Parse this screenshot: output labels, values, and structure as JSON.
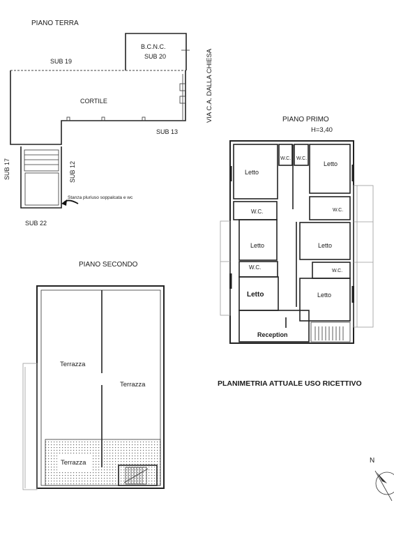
{
  "piano_terra": {
    "title": "PIANO TERRA",
    "labels": {
      "sub19": "SUB 19",
      "bcnc": "B.C.N.C.",
      "sub20": "SUB 20",
      "cortile": "CORTILE",
      "sub13": "SUB 13",
      "sub17": "SUB 17",
      "sub12": "SUB 12",
      "sub22": "SUB 22",
      "note": "Stanza pluriuso soppalcata e wc",
      "street": "VIA C.A. DALLA CHIESA"
    }
  },
  "piano_primo": {
    "title": "PIANO PRIMO",
    "height": "H=3,40",
    "rooms": {
      "letto1": "Letto",
      "wc1": "W.C.",
      "wc2": "W.C.",
      "letto2": "Letto",
      "wc3": "W.C.",
      "wc4": "W.C.",
      "letto3": "Letto",
      "letto4": "Letto",
      "wc5": "W.C.",
      "wc6": "W.C.",
      "letto5": "Letto",
      "letto6": "Letto",
      "reception": "Reception"
    },
    "caption": "PLANIMETRIA ATTUALE USO RICETTIVO"
  },
  "piano_secondo": {
    "title": "PIANO SECONDO",
    "rooms": {
      "terrazza1": "Terrazza",
      "terrazza2": "Terrazza",
      "terrazza3": "Terrazza"
    }
  },
  "north": {
    "label": "N"
  }
}
